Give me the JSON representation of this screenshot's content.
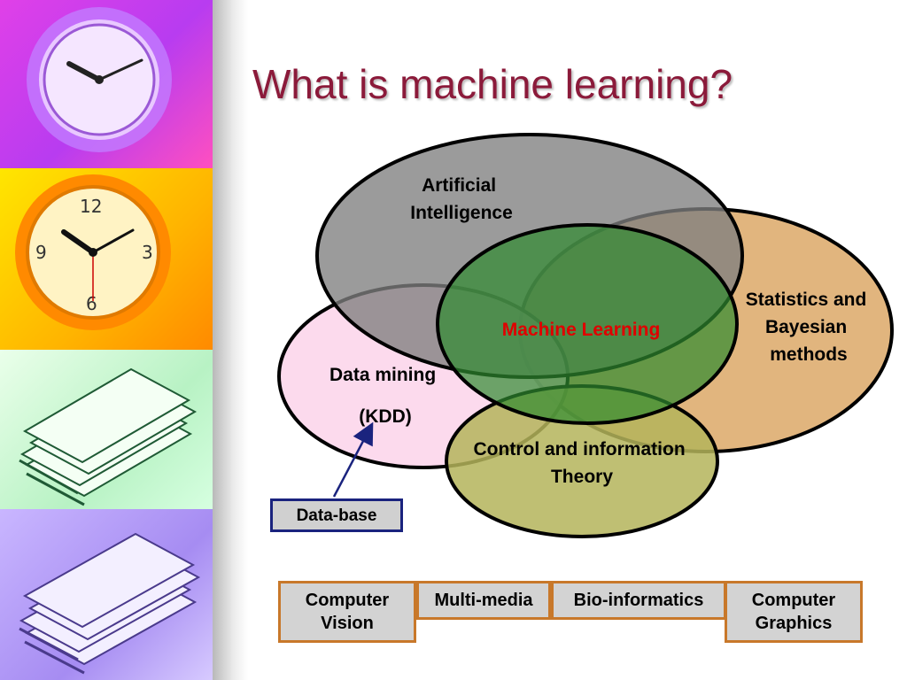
{
  "title": "What is machine learning?",
  "diagram": {
    "artificial_intelligence": [
      "Artificial",
      "Intelligence"
    ],
    "statistics": [
      "Statistics and",
      "Bayesian",
      "methods"
    ],
    "machine_learning": "Machine Learning",
    "data_mining": [
      "Data mining",
      "(KDD)"
    ],
    "control_theory": [
      "Control and information",
      "Theory"
    ],
    "database": "Data-base"
  },
  "applications": {
    "computer_vision": [
      "Computer",
      "Vision"
    ],
    "multi_media": "Multi-media",
    "bio_informatics": "Bio-informatics",
    "computer_graphics": [
      "Computer",
      "Graphics"
    ]
  },
  "colors": {
    "title": "#8b1a3a",
    "ai_circle": "#8a8a8a",
    "statistics_circle": "#d9a25e",
    "data_mining_circle": "#fbd3ea",
    "machine_learning_circle": "#3b8f3b",
    "control_circle": "#b4b45a",
    "machine_learning_text": "#e00000",
    "app_border": "#c8782a",
    "database_border": "#1a237e"
  },
  "decor_icons": [
    "clock-icon",
    "clock-icon",
    "papers-icon",
    "papers-icon"
  ]
}
